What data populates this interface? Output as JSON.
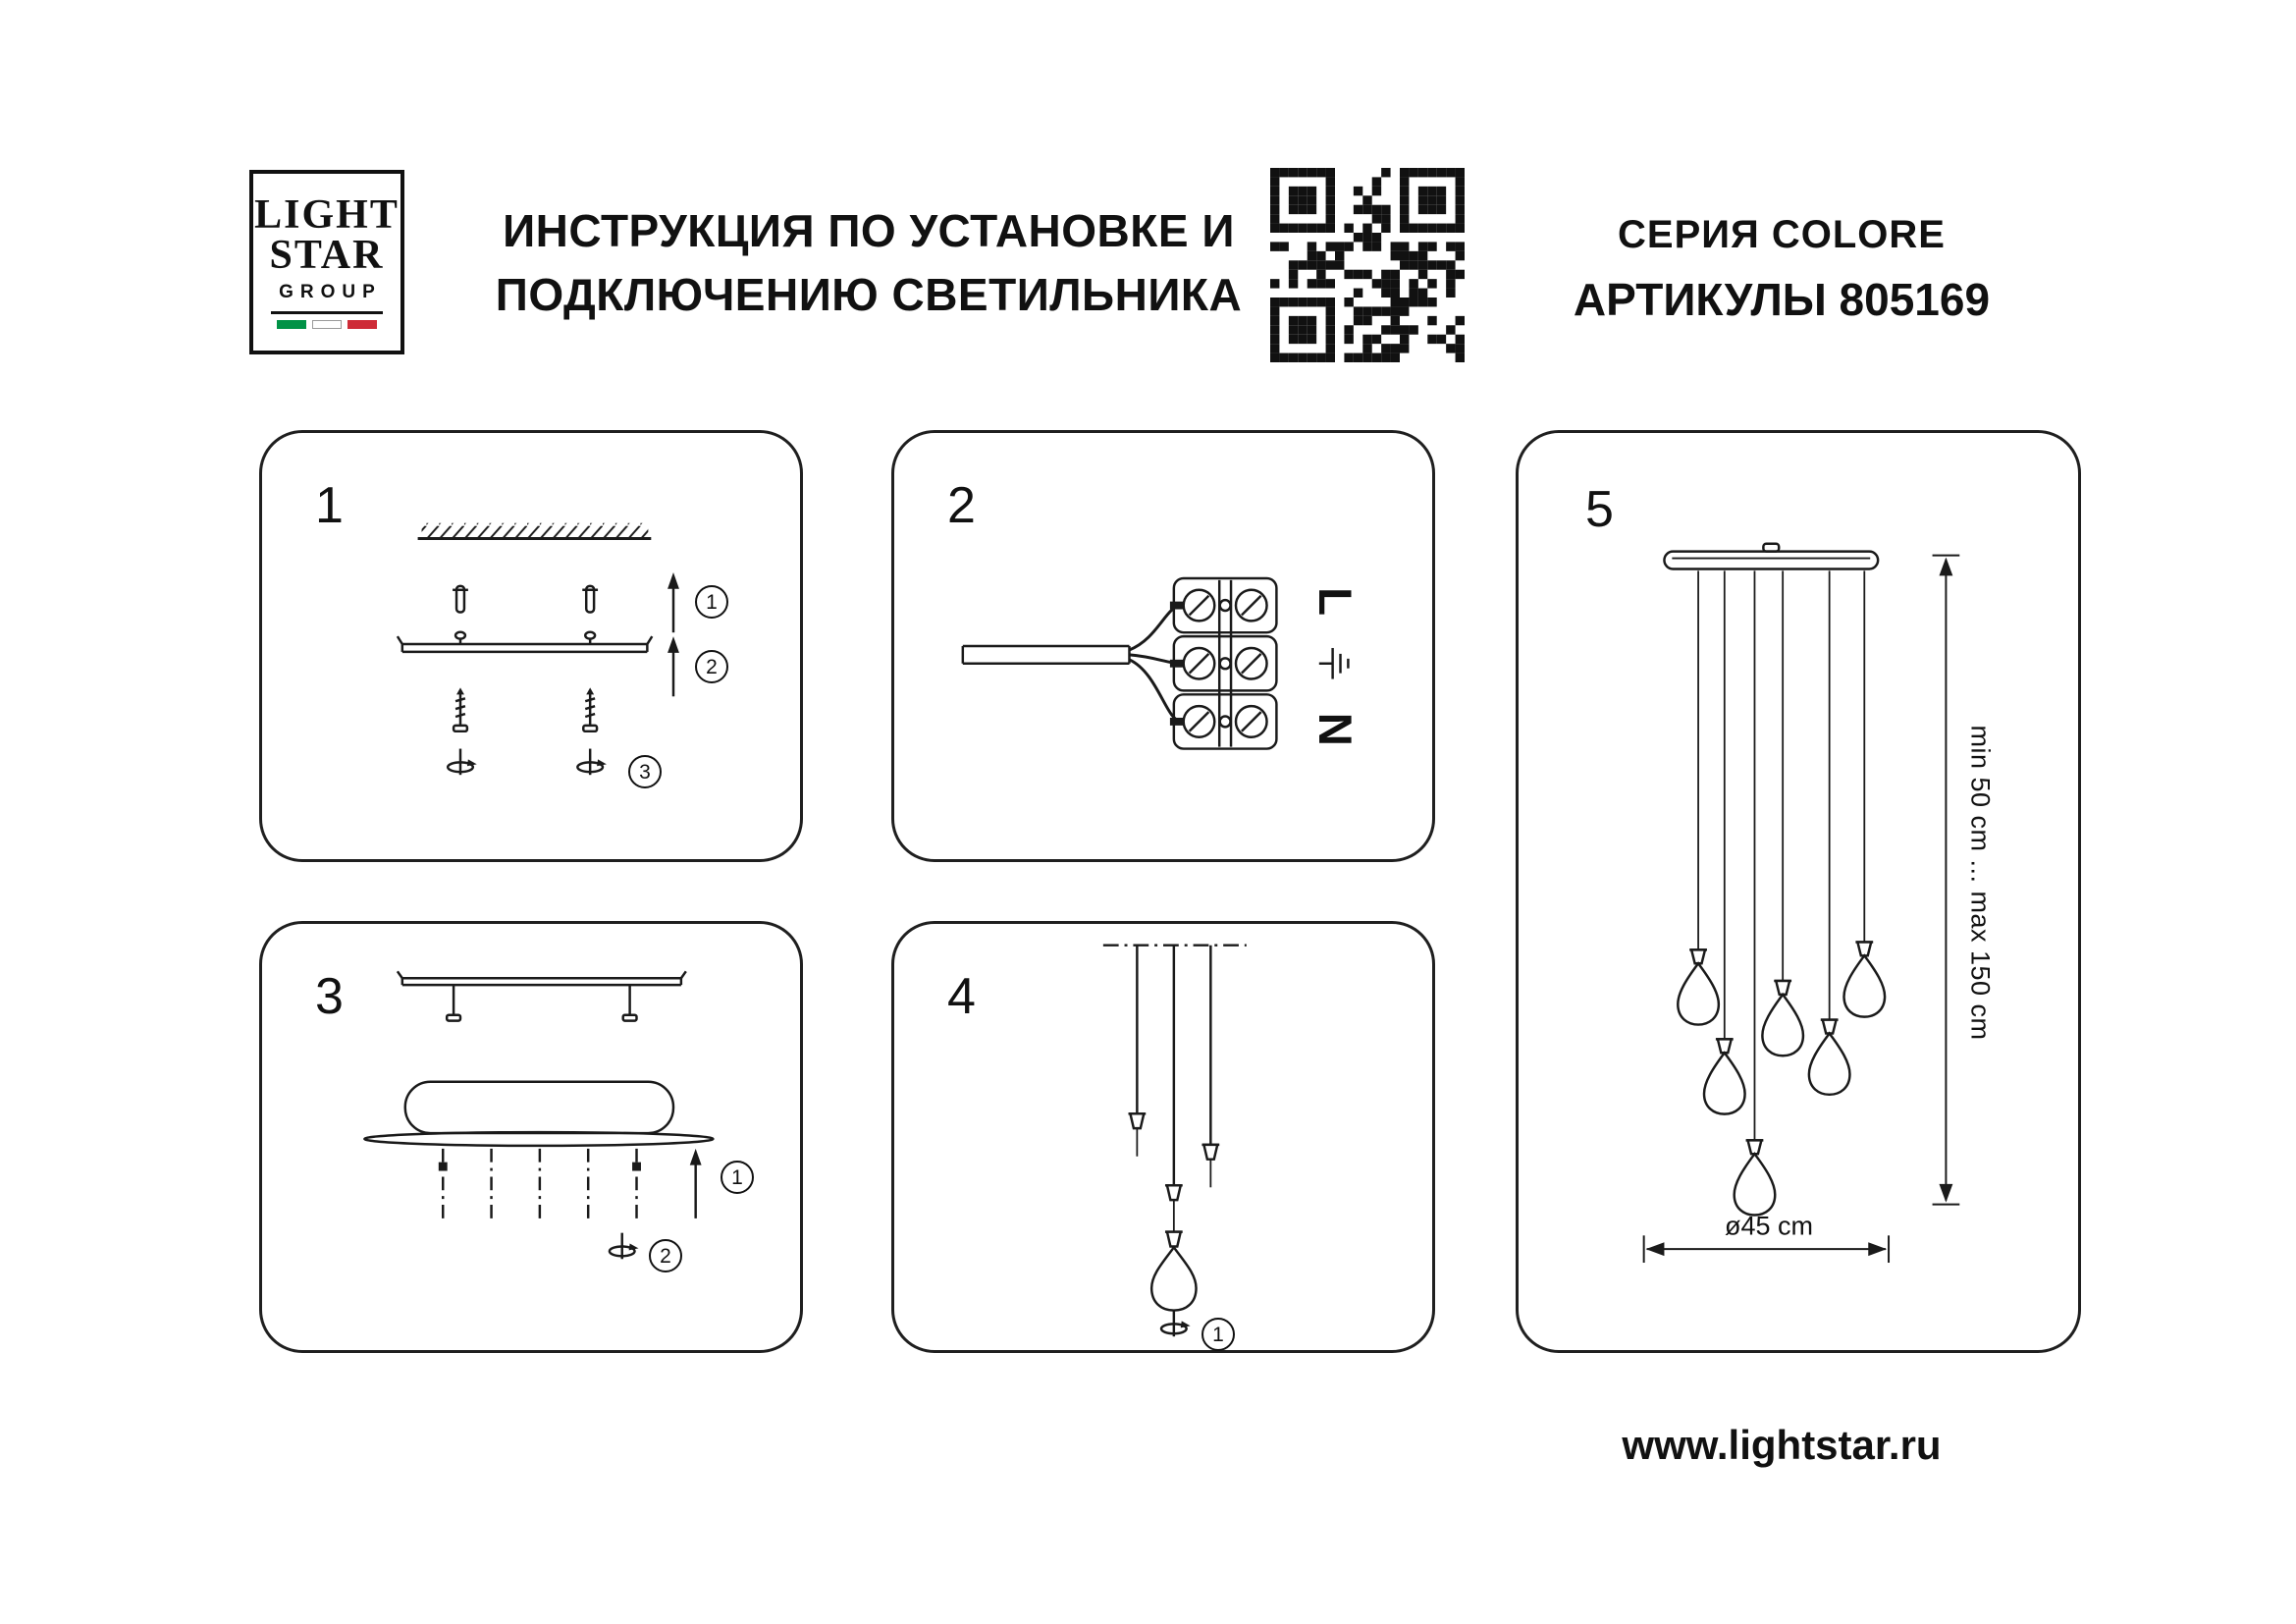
{
  "header": {
    "logo": {
      "line1": "LIGHT",
      "line2": "STAR",
      "line3": "GROUP"
    },
    "title": {
      "line1": "ИНСТРУКЦИЯ ПО УСТАНОВКЕ И",
      "line2": "ПОДКЛЮЧЕНИЮ СВЕТИЛЬНИКА"
    },
    "series_label": "СЕРИЯ COLORE",
    "articles_label": "АРТИКУЛЫ 805169"
  },
  "icons": {
    "qr": "qr-code",
    "ground": "earth-ground",
    "tighten": "screw-tighten",
    "flag": "italian-flag"
  },
  "colors": {
    "ink": "#111111",
    "flag_green": "#009246",
    "flag_white": "#ffffff",
    "flag_red": "#ce2b37"
  },
  "panels": {
    "step1": {
      "number": "1",
      "callouts": {
        "c1": "1",
        "c2": "2",
        "c3": "3"
      }
    },
    "step2": {
      "number": "2",
      "terminal_labels": {
        "line": "L",
        "neutral": "N"
      }
    },
    "step3": {
      "number": "3",
      "callouts": {
        "c1": "1",
        "c2": "2"
      }
    },
    "step4": {
      "number": "4",
      "callouts": {
        "c1": "1"
      }
    },
    "step5": {
      "number": "5",
      "dimensions": {
        "vertical": "min 50 cm ... max 150 cm",
        "horizontal": "ø45 cm"
      }
    }
  },
  "footer": {
    "website": "www.lightstar.ru"
  }
}
